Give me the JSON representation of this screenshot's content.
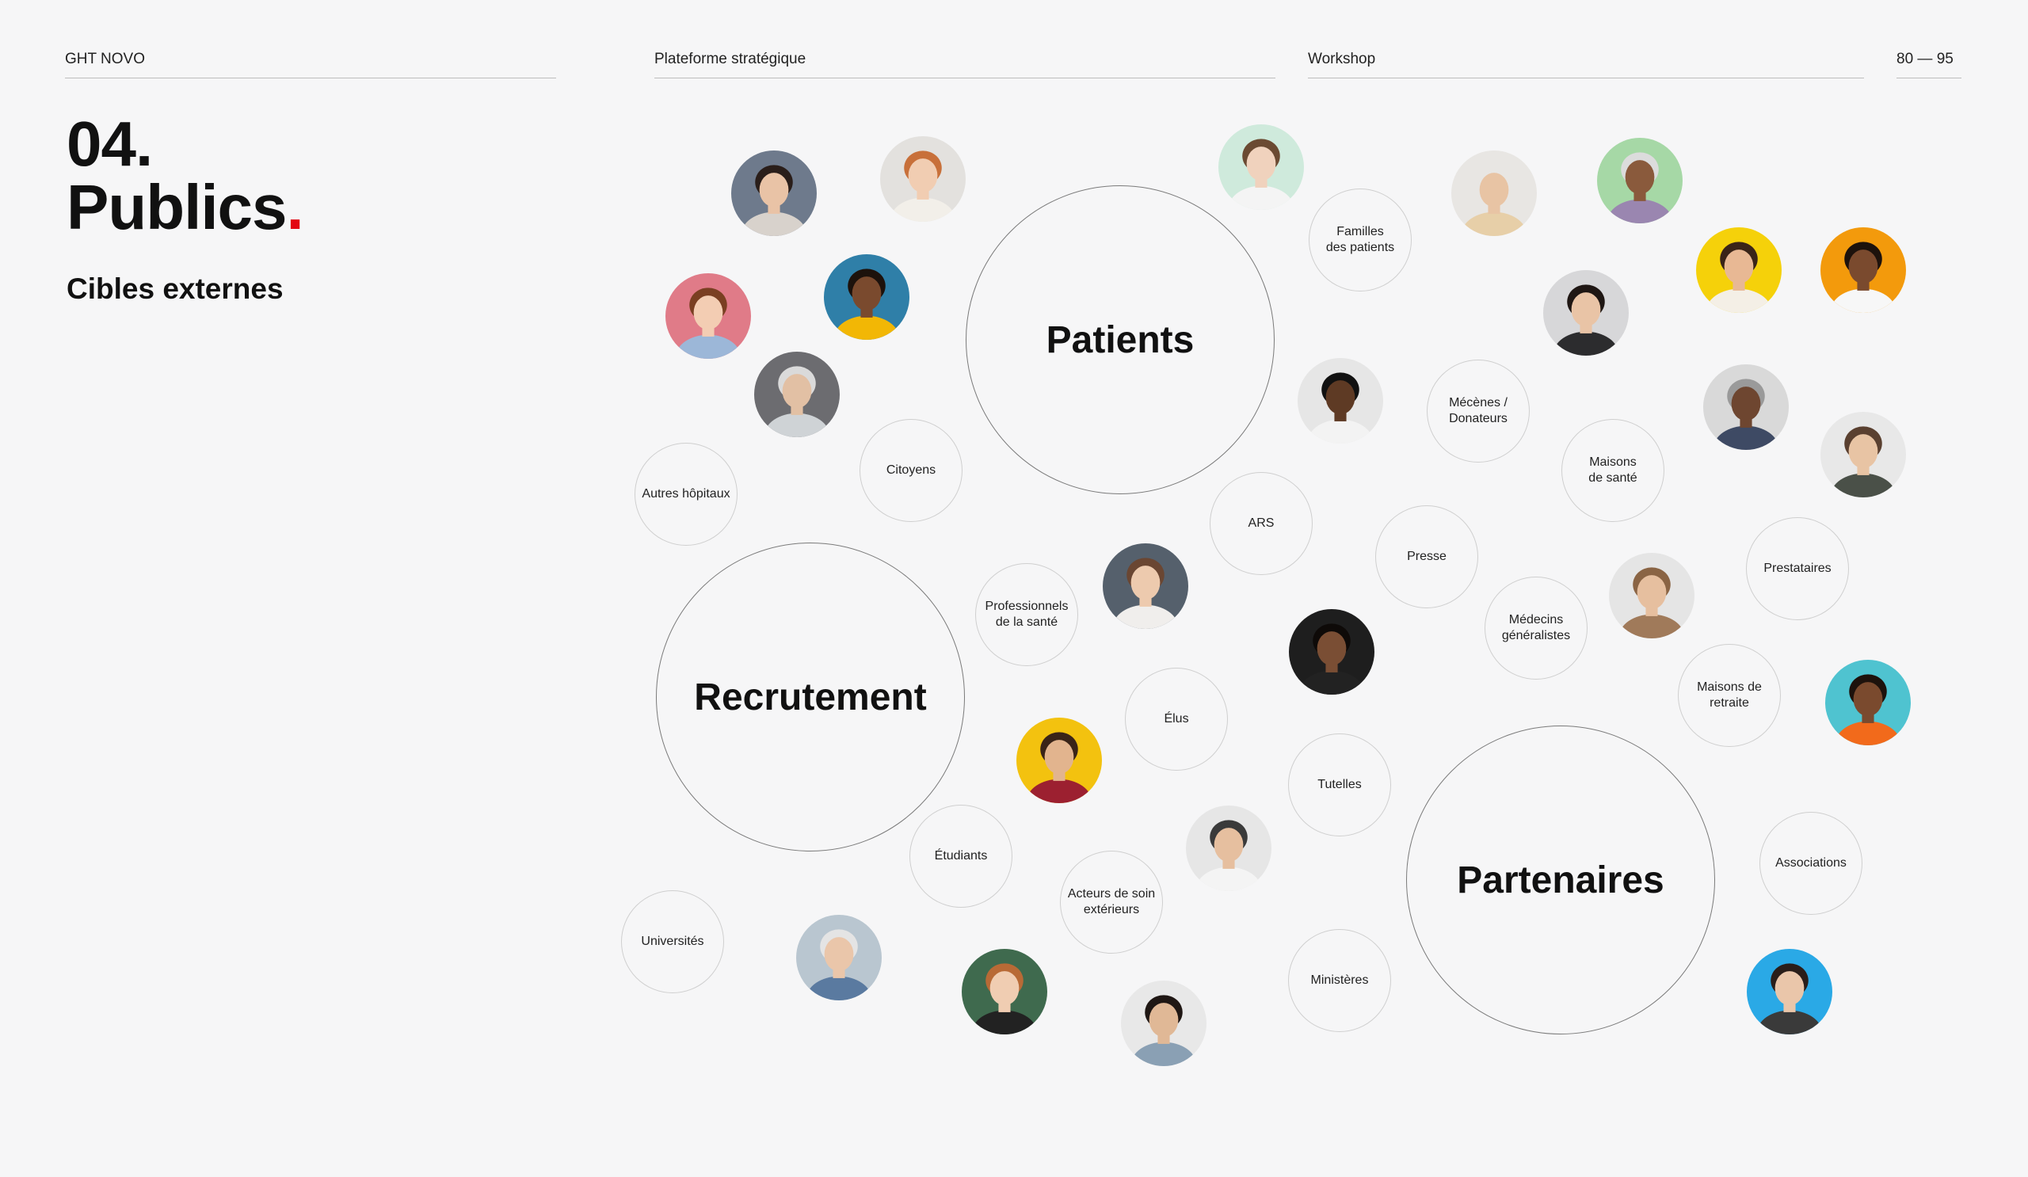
{
  "header": {
    "brand": "GHT NOVO",
    "section": "Plateforme stratégique",
    "context": "Workshop",
    "pages": "80 — 95"
  },
  "title": {
    "number": "04.",
    "word": "Publics",
    "dot": "."
  },
  "subtitle": "Cibles externes",
  "main_groups": [
    {
      "key": "patients",
      "label": "Patients"
    },
    {
      "key": "recrutement",
      "label": "Recrutement"
    },
    {
      "key": "partenaires",
      "label": "Partenaires"
    }
  ],
  "audiences": [
    {
      "key": "familles",
      "label": "Familles\ndes patients"
    },
    {
      "key": "mecenes",
      "label": "Mécènes /\nDonateurs"
    },
    {
      "key": "maisons-sante",
      "label": "Maisons\nde santé"
    },
    {
      "key": "autres-hopitaux",
      "label": "Autres hôpitaux"
    },
    {
      "key": "citoyens",
      "label": "Citoyens"
    },
    {
      "key": "ars",
      "label": "ARS"
    },
    {
      "key": "presse",
      "label": "Presse"
    },
    {
      "key": "prestataires",
      "label": "Prestataires"
    },
    {
      "key": "professionnels",
      "label": "Professionnels\nde la santé"
    },
    {
      "key": "medecins",
      "label": "Médecins\ngénéralistes"
    },
    {
      "key": "elus",
      "label": "Élus"
    },
    {
      "key": "maisons-retraite",
      "label": "Maisons de\nretraite"
    },
    {
      "key": "tutelles",
      "label": "Tutelles"
    },
    {
      "key": "etudiants",
      "label": "Étudiants"
    },
    {
      "key": "acteurs",
      "label": "Acteurs de soin\nextérieurs"
    },
    {
      "key": "associations",
      "label": "Associations"
    },
    {
      "key": "universites",
      "label": "Universités"
    },
    {
      "key": "ministeres",
      "label": "Ministères"
    }
  ],
  "avatars": [
    {
      "bg": "#6e7a8c",
      "skin": "#e9c3a6",
      "hair": "#2a1e1a",
      "shirt": "#d8d2cc"
    },
    {
      "bg": "#e3e1de",
      "skin": "#f1cdb2",
      "hair": "#c8703a",
      "shirt": "#f2efe9"
    },
    {
      "bg": "#cfeadc",
      "skin": "#f0d2bd",
      "hair": "#6b4a32",
      "shirt": "#f4f4f4"
    },
    {
      "bg": "#e8e6e3",
      "skin": "#e8c4a4",
      "hair": "#e8e6e3",
      "shirt": "#e7cfa8"
    },
    {
      "bg": "#a6d8a6",
      "skin": "#8a5a3c",
      "hair": "#dcdcdc",
      "shirt": "#9a86b0"
    },
    {
      "bg": "#e07b88",
      "skin": "#f3cdb3",
      "hair": "#7a3f22",
      "shirt": "#9cb7d8"
    },
    {
      "bg": "#2f7fa8",
      "skin": "#7a4a2e",
      "hair": "#1d120c",
      "shirt": "#f2b705"
    },
    {
      "bg": "#f5d10a",
      "skin": "#e8b894",
      "hair": "#3a2418",
      "shirt": "#f4efe6"
    },
    {
      "bg": "#f39a0c",
      "skin": "#7a4a2e",
      "hair": "#1d120c",
      "shirt": "#f7f7f7"
    },
    {
      "bg": "#6c6c70",
      "skin": "#e2c0a4",
      "hair": "#dadada",
      "shirt": "#cfd3d6"
    },
    {
      "bg": "#d7d7d9",
      "skin": "#e9c4a6",
      "hair": "#1f1714",
      "shirt": "#2c2c2e"
    },
    {
      "bg": "#e6e6e6",
      "skin": "#5e3a24",
      "hair": "#111111",
      "shirt": "#f3f3f3"
    },
    {
      "bg": "#d9d9d9",
      "skin": "#6e4630",
      "hair": "#9a9a9a",
      "shirt": "#3e4a64"
    },
    {
      "bg": "#e8e8e8",
      "skin": "#e8c4a4",
      "hair": "#5a4030",
      "shirt": "#4a5048"
    },
    {
      "bg": "#55606c",
      "skin": "#edcaae",
      "hair": "#6a4632",
      "shirt": "#f0eeec"
    },
    {
      "bg": "#e5e5e5",
      "skin": "#e6bf9f",
      "hair": "#8a6444",
      "shirt": "#a07a5a"
    },
    {
      "bg": "#1e1e1e",
      "skin": "#7a4e34",
      "hair": "#0e0a08",
      "shirt": "#222222"
    },
    {
      "bg": "#4fc3d0",
      "skin": "#7a4a2e",
      "hair": "#1d120c",
      "shirt": "#f26a1b"
    },
    {
      "bg": "#f3c20f",
      "skin": "#e2b48e",
      "hair": "#3a2418",
      "shirt": "#9c2030"
    },
    {
      "bg": "#e6e6e6",
      "skin": "#e6bf9f",
      "hair": "#3a3a3a",
      "shirt": "#f4f4f4"
    },
    {
      "bg": "#b9c6d0",
      "skin": "#eac6aa",
      "hair": "#e4e4e4",
      "shirt": "#5a7aa0"
    },
    {
      "bg": "#3f6a4e",
      "skin": "#f0cdb2",
      "hair": "#b86a36",
      "shirt": "#222222"
    },
    {
      "bg": "#e8e8e8",
      "skin": "#e0b896",
      "hair": "#1f1714",
      "shirt": "#8aa0b4"
    },
    {
      "bg": "#2aa9e6",
      "skin": "#eac6aa",
      "hair": "#2a1e1a",
      "shirt": "#3a3a3a"
    }
  ]
}
